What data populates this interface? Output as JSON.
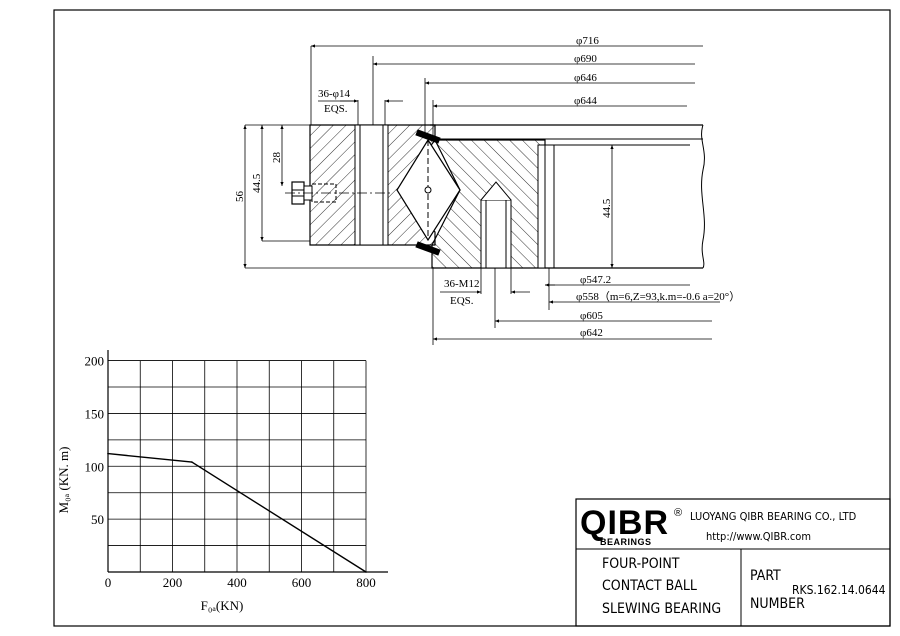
{
  "dimensions": {
    "d716": "φ716",
    "d690": "φ690",
    "d646": "φ646",
    "d644": "φ644",
    "bolt_holes": "36-φ14",
    "bolt_holes_eqs": "EQS.",
    "h56": "56",
    "h44_5_left": "44.5",
    "h28": "28",
    "h44_5_right": "44.5",
    "d547": "φ547.2",
    "d558": "φ558（m=6,Z=93,k.m=-0.6  a=20°）",
    "tapped_holes": "36-M12",
    "tapped_holes_eqs": "EQS.",
    "d605": "φ605",
    "d642": "φ642"
  },
  "chart_data": {
    "type": "line",
    "x": [
      0,
      260,
      800
    ],
    "y": [
      112,
      104,
      0
    ],
    "xlim": [
      0,
      800
    ],
    "ylim": [
      0,
      210
    ],
    "xticks": [
      "0",
      "200",
      "400",
      "600",
      "800"
    ],
    "yticks": [
      "200",
      "150",
      "100",
      "50"
    ],
    "xlabel": "F₀ₐ(KN)",
    "ylabel": "M₀ₐ (KN. m)",
    "grid": true
  },
  "title_block": {
    "logo": "QIBR",
    "logo_registered": "®",
    "logo_sub": "BEARINGS",
    "company": "LUOYANG QIBR BEARING CO., LTD",
    "website": "http://www.QIBR.com",
    "description_lines": [
      "FOUR-POINT",
      "CONTACT BALL",
      "SLEWING BEARING"
    ],
    "part_label_1": "PART",
    "part_label_2": "NUMBER",
    "part_number": "RKS.162.14.0644"
  },
  "colors": {
    "line": "#000000",
    "hatch": "#000000",
    "background": "#ffffff"
  }
}
